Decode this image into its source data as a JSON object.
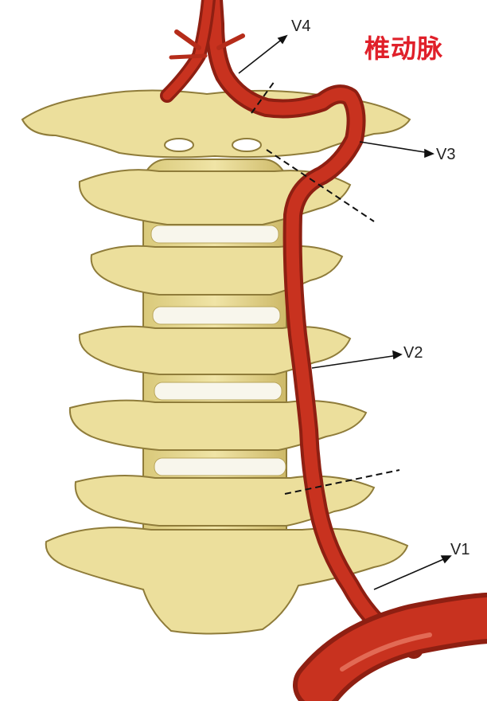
{
  "title": "椎动脉",
  "segments": [
    {
      "id": "v4",
      "label": "V4"
    },
    {
      "id": "v3",
      "label": "V3"
    },
    {
      "id": "v2",
      "label": "V2"
    },
    {
      "id": "v1",
      "label": "V1"
    }
  ],
  "colors": {
    "title": "#e0202a",
    "bone": "#ecdf9c",
    "bone_shadow": "#b9a55a",
    "bone_outline": "#8f7c3a",
    "disc": "#f8f6ec",
    "artery": "#c8321f",
    "artery_dark": "#8e1f12",
    "label": "#222222"
  }
}
